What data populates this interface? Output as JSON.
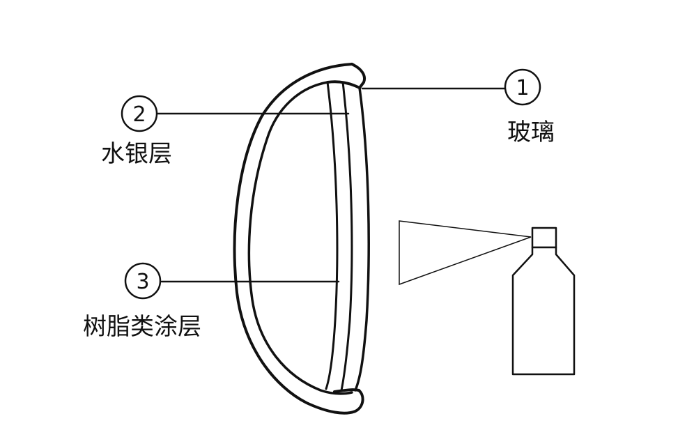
{
  "callouts": {
    "glass": {
      "number": "1",
      "text": "玻璃"
    },
    "mercury": {
      "number": "2",
      "text": "水银层"
    },
    "resin": {
      "number": "3",
      "text": "树脂类涂层"
    }
  },
  "colors": {
    "stroke": "#111111",
    "background": "#ffffff"
  }
}
